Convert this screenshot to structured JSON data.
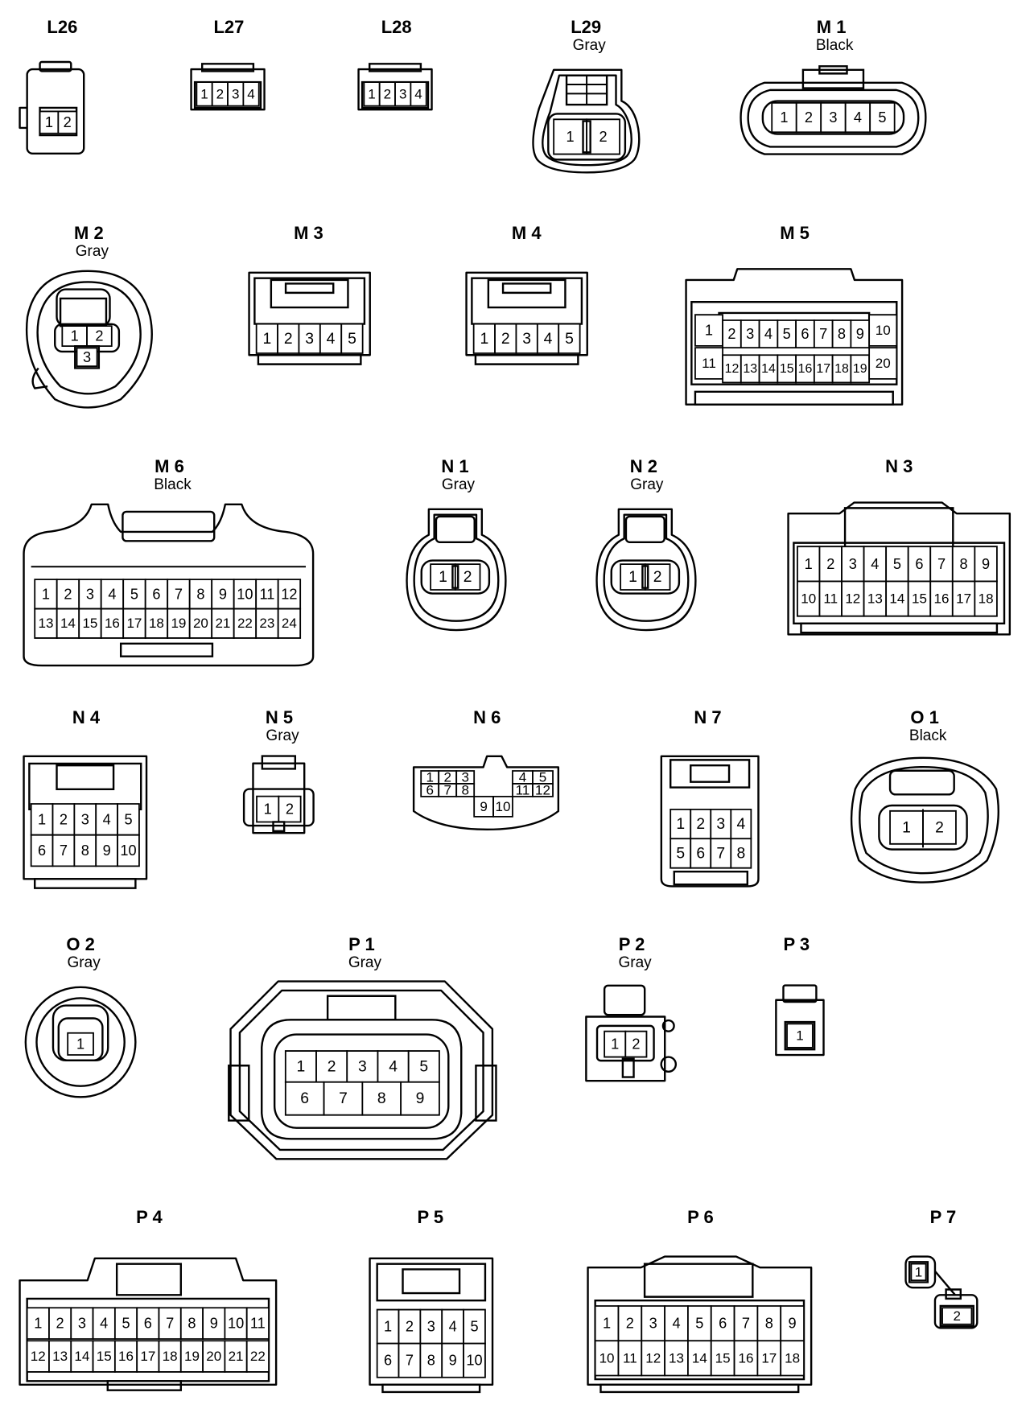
{
  "connectors": [
    {
      "code": "L26",
      "color": "",
      "pins": [
        "1",
        "2"
      ]
    },
    {
      "code": "L27",
      "color": "",
      "pins": [
        "1",
        "2",
        "3",
        "4"
      ]
    },
    {
      "code": "L28",
      "color": "",
      "pins": [
        "1",
        "2",
        "3",
        "4"
      ]
    },
    {
      "code": "L29",
      "color": "Gray",
      "pins": [
        "1",
        "2"
      ]
    },
    {
      "code": "M 1",
      "color": "Black",
      "pins": [
        "1",
        "2",
        "3",
        "4",
        "5"
      ]
    },
    {
      "code": "M 2",
      "color": "Gray",
      "pins": [
        "1",
        "2",
        "3"
      ]
    },
    {
      "code": "M 3",
      "color": "",
      "pins": [
        "1",
        "2",
        "3",
        "4",
        "5"
      ]
    },
    {
      "code": "M 4",
      "color": "",
      "pins": [
        "1",
        "2",
        "3",
        "4",
        "5"
      ]
    },
    {
      "code": "M 5",
      "color": "",
      "pins": [
        "1",
        "2",
        "3",
        "4",
        "5",
        "6",
        "7",
        "8",
        "9",
        "10",
        "11",
        "12",
        "13",
        "14",
        "15",
        "16",
        "17",
        "18",
        "19",
        "20"
      ]
    },
    {
      "code": "M 6",
      "color": "Black",
      "pins": [
        "1",
        "2",
        "3",
        "4",
        "5",
        "6",
        "7",
        "8",
        "9",
        "10",
        "11",
        "12",
        "13",
        "14",
        "15",
        "16",
        "17",
        "18",
        "19",
        "20",
        "21",
        "22",
        "23",
        "24"
      ]
    },
    {
      "code": "N 1",
      "color": "Gray",
      "pins": [
        "1",
        "2"
      ]
    },
    {
      "code": "N 2",
      "color": "Gray",
      "pins": [
        "1",
        "2"
      ]
    },
    {
      "code": "N 3",
      "color": "",
      "pins": [
        "1",
        "2",
        "3",
        "4",
        "5",
        "6",
        "7",
        "8",
        "9",
        "10",
        "11",
        "12",
        "13",
        "14",
        "15",
        "16",
        "17",
        "18"
      ]
    },
    {
      "code": "N 4",
      "color": "",
      "pins": [
        "1",
        "2",
        "3",
        "4",
        "5",
        "6",
        "7",
        "8",
        "9",
        "10"
      ]
    },
    {
      "code": "N 5",
      "color": "Gray",
      "pins": [
        "1",
        "2"
      ]
    },
    {
      "code": "N 6",
      "color": "",
      "pins": [
        "1",
        "2",
        "3",
        "4",
        "5",
        "6",
        "7",
        "8",
        "9",
        "10",
        "11",
        "12"
      ]
    },
    {
      "code": "N 7",
      "color": "",
      "pins": [
        "1",
        "2",
        "3",
        "4",
        "5",
        "6",
        "7",
        "8"
      ]
    },
    {
      "code": "O 1",
      "color": "Black",
      "pins": [
        "1",
        "2"
      ]
    },
    {
      "code": "O 2",
      "color": "Gray",
      "pins": [
        "1"
      ]
    },
    {
      "code": "P 1",
      "color": "Gray",
      "pins": [
        "1",
        "2",
        "3",
        "4",
        "5",
        "6",
        "7",
        "8",
        "9"
      ]
    },
    {
      "code": "P 2",
      "color": "Gray",
      "pins": [
        "1",
        "2"
      ]
    },
    {
      "code": "P 3",
      "color": "",
      "pins": [
        "1"
      ]
    },
    {
      "code": "P 4",
      "color": "",
      "pins": [
        "1",
        "2",
        "3",
        "4",
        "5",
        "6",
        "7",
        "8",
        "9",
        "10",
        "11",
        "12",
        "13",
        "14",
        "15",
        "16",
        "17",
        "18",
        "19",
        "20",
        "21",
        "22"
      ]
    },
    {
      "code": "P 5",
      "color": "",
      "pins": [
        "1",
        "2",
        "3",
        "4",
        "5",
        "6",
        "7",
        "8",
        "9",
        "10"
      ]
    },
    {
      "code": "P 6",
      "color": "",
      "pins": [
        "1",
        "2",
        "3",
        "4",
        "5",
        "6",
        "7",
        "8",
        "9",
        "10",
        "11",
        "12",
        "13",
        "14",
        "15",
        "16",
        "17",
        "18"
      ]
    },
    {
      "code": "P 7",
      "color": "",
      "pins": [
        "1",
        "2"
      ]
    }
  ],
  "colors": {
    "line": "#000000",
    "background": "#ffffff"
  }
}
